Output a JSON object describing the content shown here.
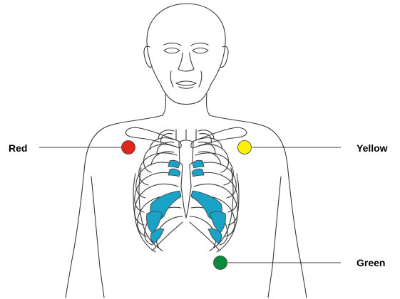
{
  "labels": {
    "red": "Red",
    "yellow": "Yellow",
    "green": "Green"
  },
  "colors": {
    "red": "#e0251b",
    "yellow": "#fff200",
    "green": "#0a8a3c",
    "cartilage": "#1aa3c6",
    "outline": "#3a3a3a"
  }
}
